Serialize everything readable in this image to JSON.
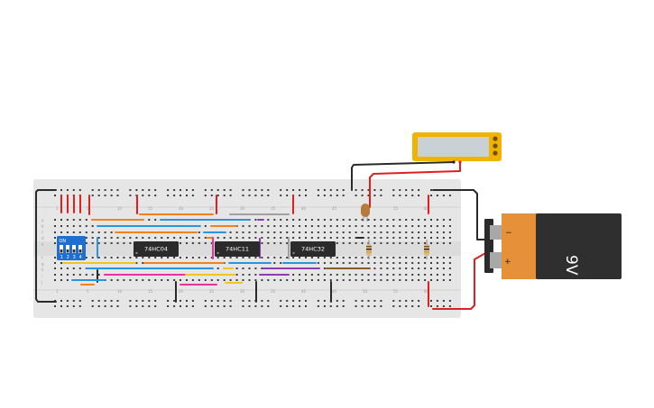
{
  "chips": [
    {
      "id": "u1",
      "label": "74HC04"
    },
    {
      "id": "u2",
      "label": "74HC11"
    },
    {
      "id": "u3",
      "label": "74HC32"
    }
  ],
  "dip_switch": {
    "on_label": "ON",
    "positions": [
      "1",
      "2",
      "3",
      "4"
    ]
  },
  "battery": {
    "label": "9V",
    "minus": "−",
    "plus": "+"
  },
  "breadboard": {
    "column_numbers": [
      "1",
      "5",
      "10",
      "15",
      "20",
      "25",
      "30",
      "35",
      "40",
      "45",
      "50",
      "55",
      "60"
    ],
    "row_letters_top": [
      "a",
      "b",
      "c",
      "d",
      "e"
    ],
    "row_letters_bottom": [
      "f",
      "g",
      "h",
      "i",
      "j"
    ]
  },
  "colors": {
    "board": "#e6e6e6",
    "hole": "#3c3c3c",
    "red_wire": "#e02020",
    "black_wire": "#2a2a2a",
    "orange_wire": "#f0821e",
    "blue_wire": "#2a94dc",
    "yellow_wire": "#f2c41e",
    "pink_wire": "#e8349a",
    "purple_wire": "#8e3ab4",
    "brown_wire": "#8c5a2a",
    "green_wire": "#2aa84a",
    "gray_wire": "#a0a0a0",
    "chip": "#2b2b2b",
    "switch_body": "#1f6fd1",
    "battery_top": "#e6913a",
    "battery_body": "#2f2f2f",
    "meter_frame": "#f0b400",
    "meter_screen": "#c9d1d4"
  }
}
